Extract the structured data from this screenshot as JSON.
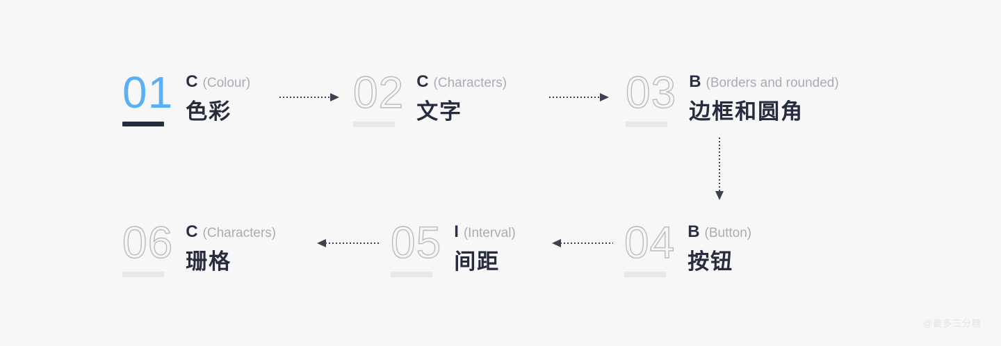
{
  "page": {
    "background_color": "#f7f7f8",
    "watermark": "@最多三分糖"
  },
  "theme": {
    "accent_blue": "#59b0f4",
    "dark_navy": "#262b3d",
    "outline_gray": "#b9bbc1",
    "bar_gray": "#e7e8ea",
    "paren_gray": "#a9acb4",
    "arrow_gray": "#3c4150"
  },
  "steps": [
    {
      "number": "01",
      "letter": "C",
      "paren": "(Colour)",
      "title": "色彩",
      "state": "active",
      "number_style": "filled",
      "bar_style": "dark"
    },
    {
      "number": "02",
      "letter": "C",
      "paren": "(Characters)",
      "title": "文字",
      "state": "inactive",
      "number_style": "outlined",
      "bar_style": "light"
    },
    {
      "number": "03",
      "letter": "B",
      "paren": "(Borders and rounded)",
      "title": "边框和圆角",
      "state": "inactive",
      "number_style": "outlined",
      "bar_style": "light"
    },
    {
      "number": "04",
      "letter": "B",
      "paren": "(Button)",
      "title": "按钮",
      "state": "inactive",
      "number_style": "outlined",
      "bar_style": "light"
    },
    {
      "number": "05",
      "letter": "I",
      "paren": "(Interval)",
      "title": "间距",
      "state": "inactive",
      "number_style": "outlined",
      "bar_style": "light"
    },
    {
      "number": "06",
      "letter": "C",
      "paren": "(Characters)",
      "title": "珊格",
      "state": "inactive",
      "number_style": "outlined",
      "bar_style": "light"
    }
  ],
  "connectors": [
    {
      "name": "arrow-01-to-02",
      "direction": "right"
    },
    {
      "name": "arrow-02-to-03",
      "direction": "right"
    },
    {
      "name": "arrow-03-to-04",
      "direction": "down"
    },
    {
      "name": "arrow-04-to-05",
      "direction": "left"
    },
    {
      "name": "arrow-05-to-06",
      "direction": "left"
    }
  ]
}
